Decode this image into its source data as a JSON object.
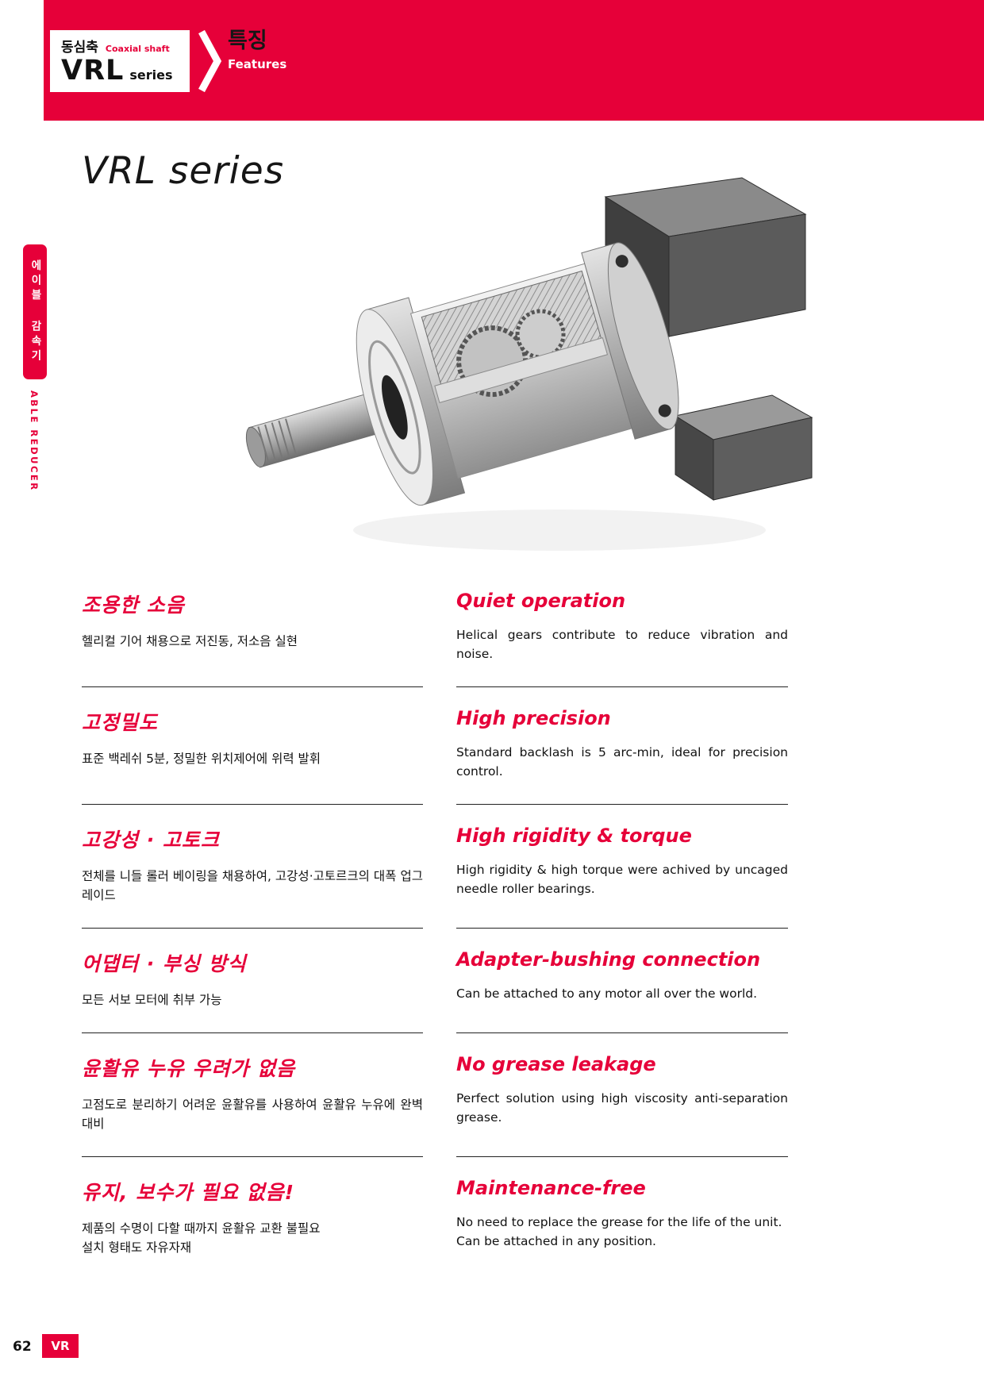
{
  "accent_color": "#e60039",
  "header": {
    "category_ko": "동심축",
    "category_en": "Coaxial shaft",
    "series_name": "VRL",
    "series_suffix": "series",
    "section_ko": "특징",
    "section_en": "Features"
  },
  "sidebar": {
    "tab_ko": "에이블 감속기",
    "tab_en": "ABLE REDUCER"
  },
  "page_title": "VRL series",
  "features": [
    {
      "ko_title": "조용한 소음",
      "ko_body": "헬리컬 기어 채용으로 저진동, 저소음 실현",
      "en_title": "Quiet operation",
      "en_body": "Helical gears contribute to reduce vibration and noise."
    },
    {
      "ko_title": "고정밀도",
      "ko_body": "표준 백레쉬 5분, 정밀한 위치제어에 위력 발휘",
      "en_title": "High precision",
      "en_body": "Standard backlash is 5 arc-min, ideal for precision control."
    },
    {
      "ko_title": "고강성 · 고토크",
      "ko_body": "전체를 니들 롤러 베이링을 채용하여, 고강성·고토르크의 대폭 업그레이드",
      "en_title": "High rigidity & torque",
      "en_body": "High rigidity & high torque were achived by uncaged needle roller bearings."
    },
    {
      "ko_title": "어댑터 · 부싱 방식",
      "ko_body": "모든 서보 모터에 취부 가능",
      "en_title": "Adapter-bushing connection",
      "en_body": "Can be attached to any motor all over the world."
    },
    {
      "ko_title": "윤활유 누유 우려가 없음",
      "ko_body": "고점도로 분리하기 어려운 윤활유를 사용하여 윤활유 누유에 완벽 대비",
      "en_title": "No grease leakage",
      "en_body": "Perfect solution using high viscosity anti-separation grease.",
      "note": ""
    },
    {
      "ko_title": "유지, 보수가 필요 없음!",
      "ko_body": "제품의 수명이 다할 때까지 윤활유 교환 불필요\n설치 형태도 자유자재",
      "en_title": "Maintenance-free",
      "en_body": "No need to replace the grease for the life of the unit.\nCan be attached in any position."
    }
  ],
  "footer": {
    "page_number": "62",
    "page_tag": "VR"
  }
}
